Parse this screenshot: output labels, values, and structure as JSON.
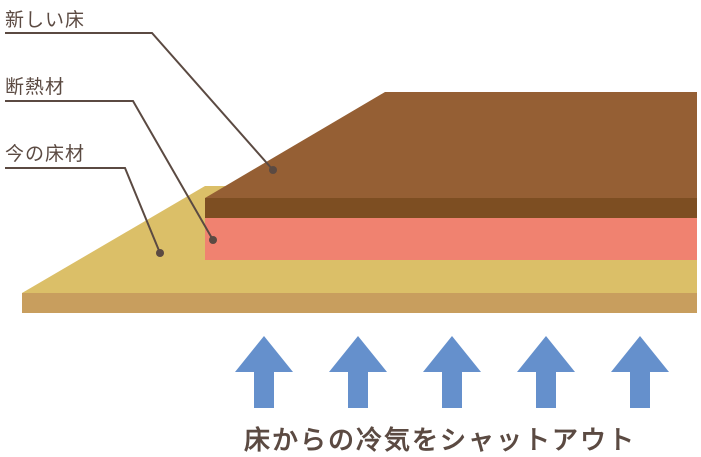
{
  "labels": {
    "new_floor": "新しい床",
    "insulation": "断熱材",
    "current_floor": "今の床材"
  },
  "caption": "床からの冷気をシャットアウト",
  "arrow_count": 5,
  "colors": {
    "new_floor_top": "#955f34",
    "new_floor_edge": "#7d4e22",
    "insulation": "#f08270",
    "current_floor_top": "#dbbf68",
    "current_floor_edge": "#c89e5e",
    "arrow": "#6590cc",
    "text": "#5b4a42"
  }
}
